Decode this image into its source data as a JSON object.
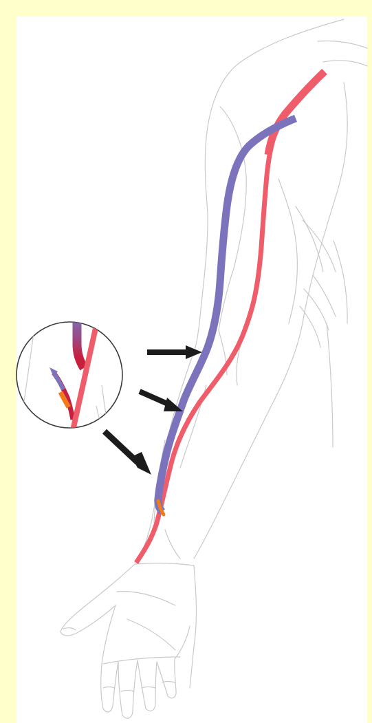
{
  "diagram": {
    "colors": {
      "background": "#ffffcc",
      "panel": "#ffffff",
      "outline": "#c9c9c9",
      "vein": "#7b74bd",
      "artery": "#ef5d6a",
      "fistula_dark_red": "#c7203f",
      "fistula_orange": "#f07b1c",
      "arrow": "#1c1c1c"
    },
    "icons": [
      "arm-outline",
      "cephalic-vein",
      "radial-artery",
      "magnifier-inset",
      "pointer-arrow"
    ]
  }
}
